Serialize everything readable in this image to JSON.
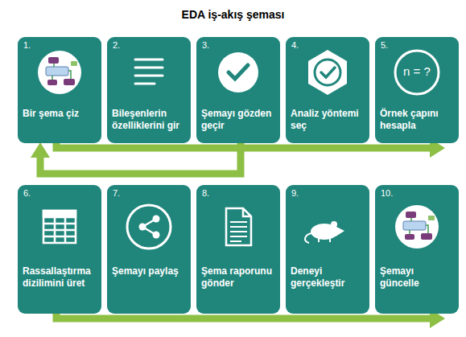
{
  "diagram": {
    "title": "EDA iş-akış şeması",
    "nodes": [
      {
        "text": [
          "1.",
          "Bir şema çiz"
        ]
      },
      {
        "text": [
          "2.",
          "Bileşenlerin özelliklerini gir"
        ]
      },
      {
        "text": [
          "3.",
          "Şemayı gözden geçir"
        ]
      },
      {
        "text": [
          "4.",
          "Analiz yöntemi seç"
        ]
      },
      {
        "text": [
          "5.",
          "n = ?",
          "Örnek çapını hesapla"
        ]
      },
      {
        "text": [
          "6.",
          "Rassallaştırma dizilimini üret"
        ]
      },
      {
        "text": [
          "7.",
          "Şemayı paylaş"
        ]
      },
      {
        "text": [
          "8.",
          "Şema raporunu gönder"
        ]
      },
      {
        "text": [
          "9.",
          "Deneyi gerçekleştir"
        ]
      },
      {
        "text": [
          "10.",
          "Şemayı güncelle"
        ]
      }
    ],
    "edges": [
      {
        "from": 0,
        "to": 4,
        "arrow": "to"
      },
      {
        "from": 2,
        "to": 0,
        "arrow": "to"
      },
      {
        "from": 5,
        "to": 9,
        "arrow": "to"
      }
    ]
  }
}
